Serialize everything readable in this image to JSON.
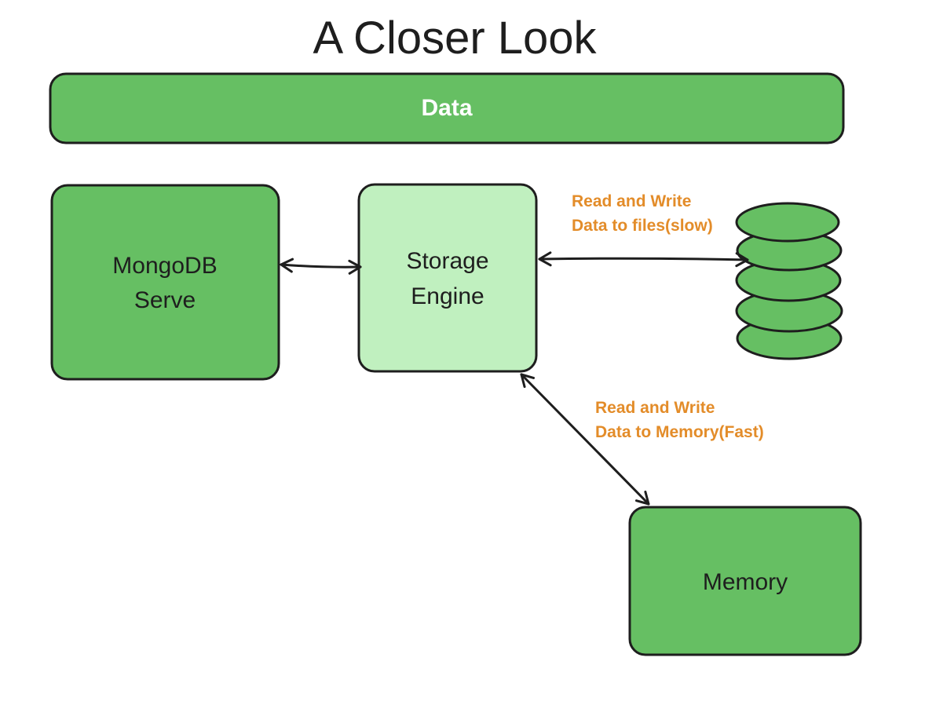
{
  "title": "A Closer Look",
  "colors": {
    "dark_green": "#66bf63",
    "light_green": "#c0f0bf",
    "annotation_orange": "#e38c29",
    "ink": "#1e1e1e",
    "banner_text": "#ffffff"
  },
  "nodes": {
    "data_banner": {
      "label": "Data"
    },
    "mongodb_server": {
      "lines": [
        "MongoDB",
        "Serve"
      ]
    },
    "storage_engine": {
      "lines": [
        "Storage",
        "Engine"
      ]
    },
    "disk_files": {
      "icon": "database-stack-icon",
      "layers": 5
    },
    "memory": {
      "label": "Memory"
    }
  },
  "annotations": {
    "files": {
      "lines": [
        "Read and Write",
        "Data to files(slow)"
      ]
    },
    "memory": {
      "lines": [
        "Read and Write",
        "Data to Memory(Fast)"
      ]
    }
  },
  "edges": [
    {
      "from": "mongodb_server",
      "to": "storage_engine",
      "direction": "both"
    },
    {
      "from": "storage_engine",
      "to": "disk_files",
      "direction": "both"
    },
    {
      "from": "storage_engine",
      "to": "memory",
      "direction": "both"
    }
  ]
}
